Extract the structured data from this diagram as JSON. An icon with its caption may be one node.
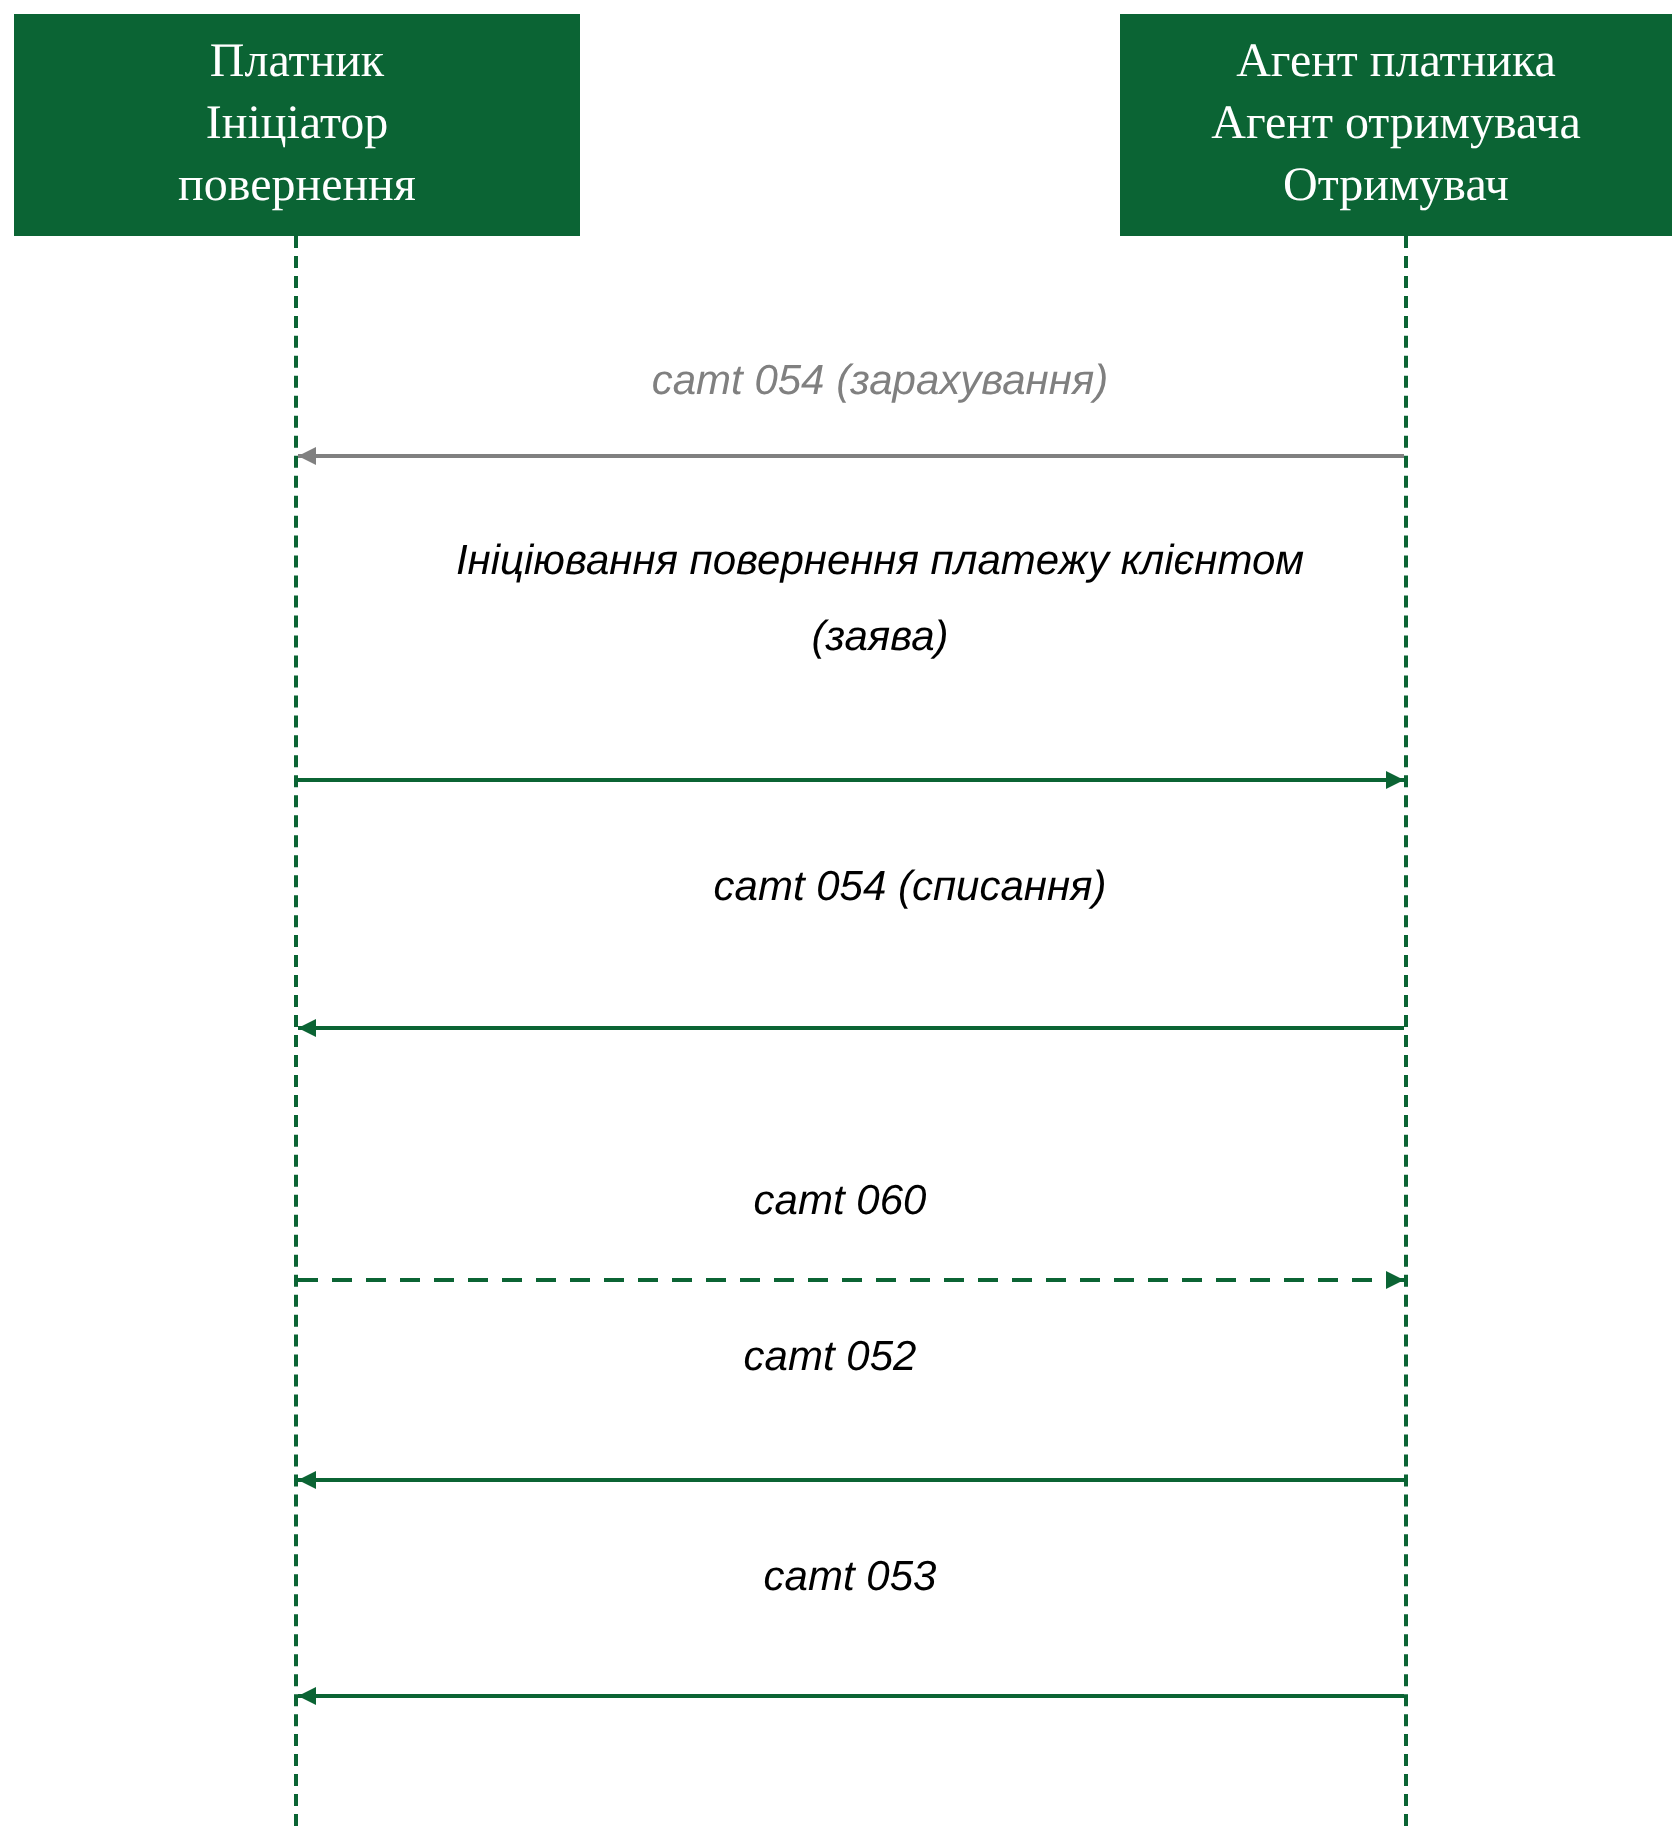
{
  "diagram": {
    "nodes": [
      {
        "text": [
          "Платник Ініціатор повернення"
        ]
      },
      {
        "text": [
          "Агент платника Агент отримувача Отримувач"
        ]
      },
      {
        "text": [],
        "shape": "bar"
      },
      {
        "text": [],
        "shape": "bar"
      }
    ],
    "edges": [
      {
        "from": 3,
        "to": 2,
        "arrow": "to",
        "label": "camt 054 (зарахування)",
        "color": "#808080"
      },
      {
        "from": 2,
        "to": 3,
        "arrow": "to",
        "label": "Ініціювання повернення платежу клієнтом (заява)"
      },
      {
        "from": 3,
        "to": 2,
        "arrow": "to",
        "label": "camt 054 (списання)"
      },
      {
        "from": 2,
        "to": 3,
        "arrow": "to",
        "label": "camt 060",
        "style": "dashed"
      },
      {
        "from": 3,
        "to": 2,
        "arrow": "to",
        "label": "camt 052"
      },
      {
        "from": 3,
        "to": 2,
        "arrow": "to",
        "label": "camt 053"
      }
    ]
  }
}
